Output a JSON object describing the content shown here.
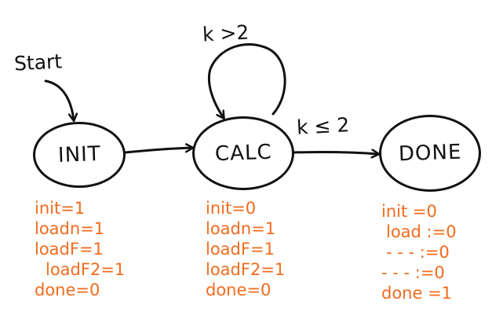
{
  "diagram": {
    "title": "",
    "colors": {
      "ink": "#111111",
      "outputs": "#f26b1d",
      "background": "#ffffff"
    },
    "start_label": "Start",
    "states": [
      {
        "id": "init",
        "label": "INIT"
      },
      {
        "id": "calc",
        "label": "CALC"
      },
      {
        "id": "done",
        "label": "DONE"
      }
    ],
    "transitions": [
      {
        "from": "start",
        "to": "init",
        "label": ""
      },
      {
        "from": "init",
        "to": "calc",
        "label": ""
      },
      {
        "from": "calc",
        "to": "calc",
        "label": "k >2"
      },
      {
        "from": "calc",
        "to": "done",
        "label": "k ≤ 2"
      }
    ],
    "outputs": {
      "init": [
        "init=1",
        "loadn=1",
        "loadF=1",
        "loadF2=1",
        "done=0"
      ],
      "calc": [
        "init=0",
        "loadn=1",
        "loadF=1",
        "loadF2=1",
        "done=0"
      ],
      "done": [
        "init =0",
        "load :=0",
        "- - - :=0",
        "- - - :=0",
        "done =1"
      ]
    }
  }
}
